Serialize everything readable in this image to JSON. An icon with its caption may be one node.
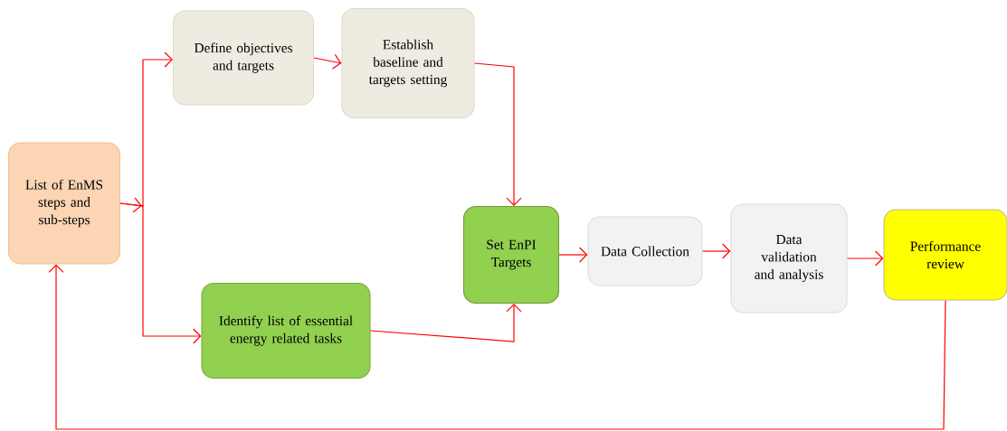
{
  "diagram": {
    "nodes": [
      {
        "text": [
          "List of EnMS steps and sub-steps"
        ]
      },
      {
        "text": [
          "Define objectives and targets"
        ]
      },
      {
        "text": [
          "Establish baseline and targets setting"
        ]
      },
      {
        "text": [
          "Identify list of essential energy related tasks"
        ]
      },
      {
        "text": [
          "Set EnPI Targets"
        ]
      },
      {
        "text": [
          "Data Collection"
        ]
      },
      {
        "text": [
          "Data validation and analysis"
        ]
      },
      {
        "text": [
          "Performance review"
        ]
      }
    ],
    "edges": [
      {
        "from": 0,
        "to": 1,
        "arrow": "to"
      },
      {
        "from": 0,
        "to": 3,
        "arrow": "to"
      },
      {
        "from": 1,
        "to": 2,
        "arrow": "to"
      },
      {
        "from": 2,
        "to": 4,
        "arrow": "to"
      },
      {
        "from": 3,
        "to": 4,
        "arrow": "to"
      },
      {
        "from": 4,
        "to": 5,
        "arrow": "to"
      },
      {
        "from": 5,
        "to": 6,
        "arrow": "to"
      },
      {
        "from": 6,
        "to": 7,
        "arrow": "to"
      },
      {
        "from": 7,
        "to": 0,
        "arrow": "to"
      }
    ]
  }
}
